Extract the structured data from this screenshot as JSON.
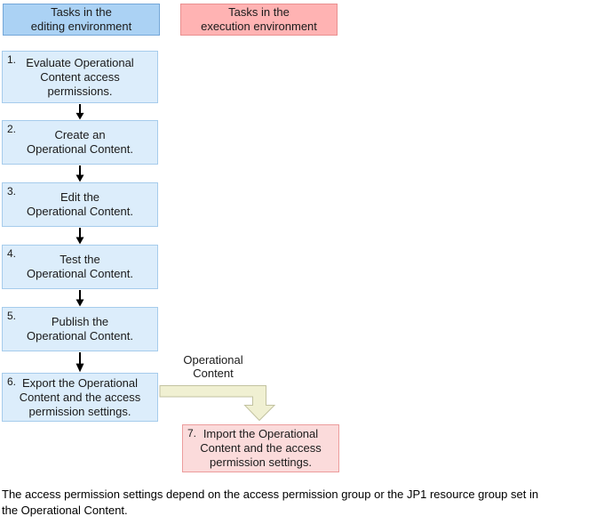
{
  "headers": [
    {
      "label": "Tasks in the\nediting environment"
    },
    {
      "label": "Tasks in the\nexecution environment"
    }
  ],
  "steps": [
    {
      "num": "1.",
      "text": "Evaluate Operational\nContent access\npermissions."
    },
    {
      "num": "2.",
      "text": "Create an\nOperational Content."
    },
    {
      "num": "3.",
      "text": "Edit the\nOperational Content."
    },
    {
      "num": "4.",
      "text": "Test the\nOperational Content."
    },
    {
      "num": "5.",
      "text": "Publish the\nOperational Content."
    },
    {
      "num": "6.",
      "text": "Export the Operational\nContent and the access\npermission settings."
    },
    {
      "num": "7.",
      "text": "Import the Operational\nContent and the access\npermission settings."
    }
  ],
  "transfer_arrow_label": "Operational\nContent",
  "footer_note": "The access permission settings depend on the access permission group or the JP1 resource group set in\nthe Operational Content.",
  "colors": {
    "editing_header_fill": "#ABD2F4",
    "editing_header_border": "#74A7D8",
    "execution_header_fill": "#FFB3B3",
    "execution_header_border": "#E98F8F",
    "editing_step_fill": "#DCEDFB",
    "editing_step_border": "#A6CCEC",
    "execution_step_fill": "#FBDBDB",
    "execution_step_border": "#EC9C9C",
    "transfer_arrow_fill": "#F0F0D2",
    "transfer_arrow_border": "#C2C2A0",
    "connector_arrow_color": "#000000"
  }
}
